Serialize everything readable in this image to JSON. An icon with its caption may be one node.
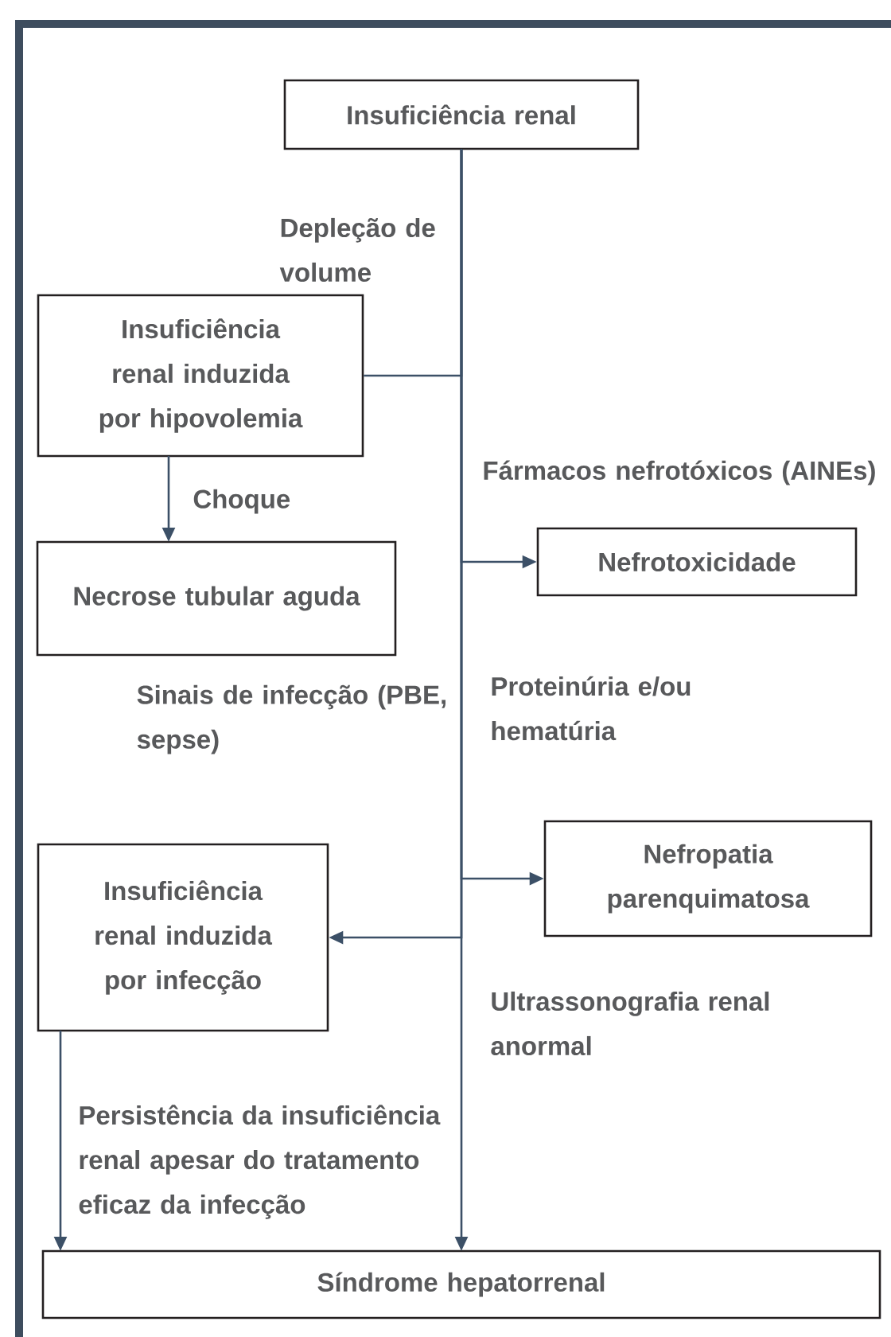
{
  "diagram": {
    "nodes": [
      {
        "text": [
          "Insuficiência renal"
        ]
      },
      {
        "text": [
          "Insuficiência renal induzida por hipovolemia"
        ]
      },
      {
        "text": [
          "Necrose tubular aguda"
        ]
      },
      {
        "text": [
          "Nefrotoxicidade"
        ]
      },
      {
        "text": [
          "Nefropatia parenquimatosa"
        ]
      },
      {
        "text": [
          "Insuficiência renal induzida por infecção"
        ]
      },
      {
        "text": [
          "Síndrome hepatorrenal"
        ]
      }
    ],
    "edges": [
      {
        "from": 0,
        "to": 1,
        "arrow": "none",
        "label": "Depleção de volume"
      },
      {
        "from": 1,
        "to": 2,
        "arrow": "to",
        "label": "Choque"
      },
      {
        "from": 0,
        "to": 3,
        "arrow": "to",
        "label": "Fármacos nefrotóxicos (AINEs)"
      },
      {
        "from": 0,
        "to": 5,
        "arrow": "to",
        "label": "Sinais de infecção (PBE, sepse)"
      },
      {
        "from": 0,
        "to": 4,
        "arrow": "to",
        "label": "Proteinúria e/ou hematúria"
      },
      {
        "from": 0,
        "to": 6,
        "arrow": "to",
        "label": "Ultrassonografia renal anormal"
      },
      {
        "from": 5,
        "to": 6,
        "arrow": "to",
        "label": "Persistência da insuficiência renal apesar do tratamento eficaz da infecção"
      }
    ]
  }
}
